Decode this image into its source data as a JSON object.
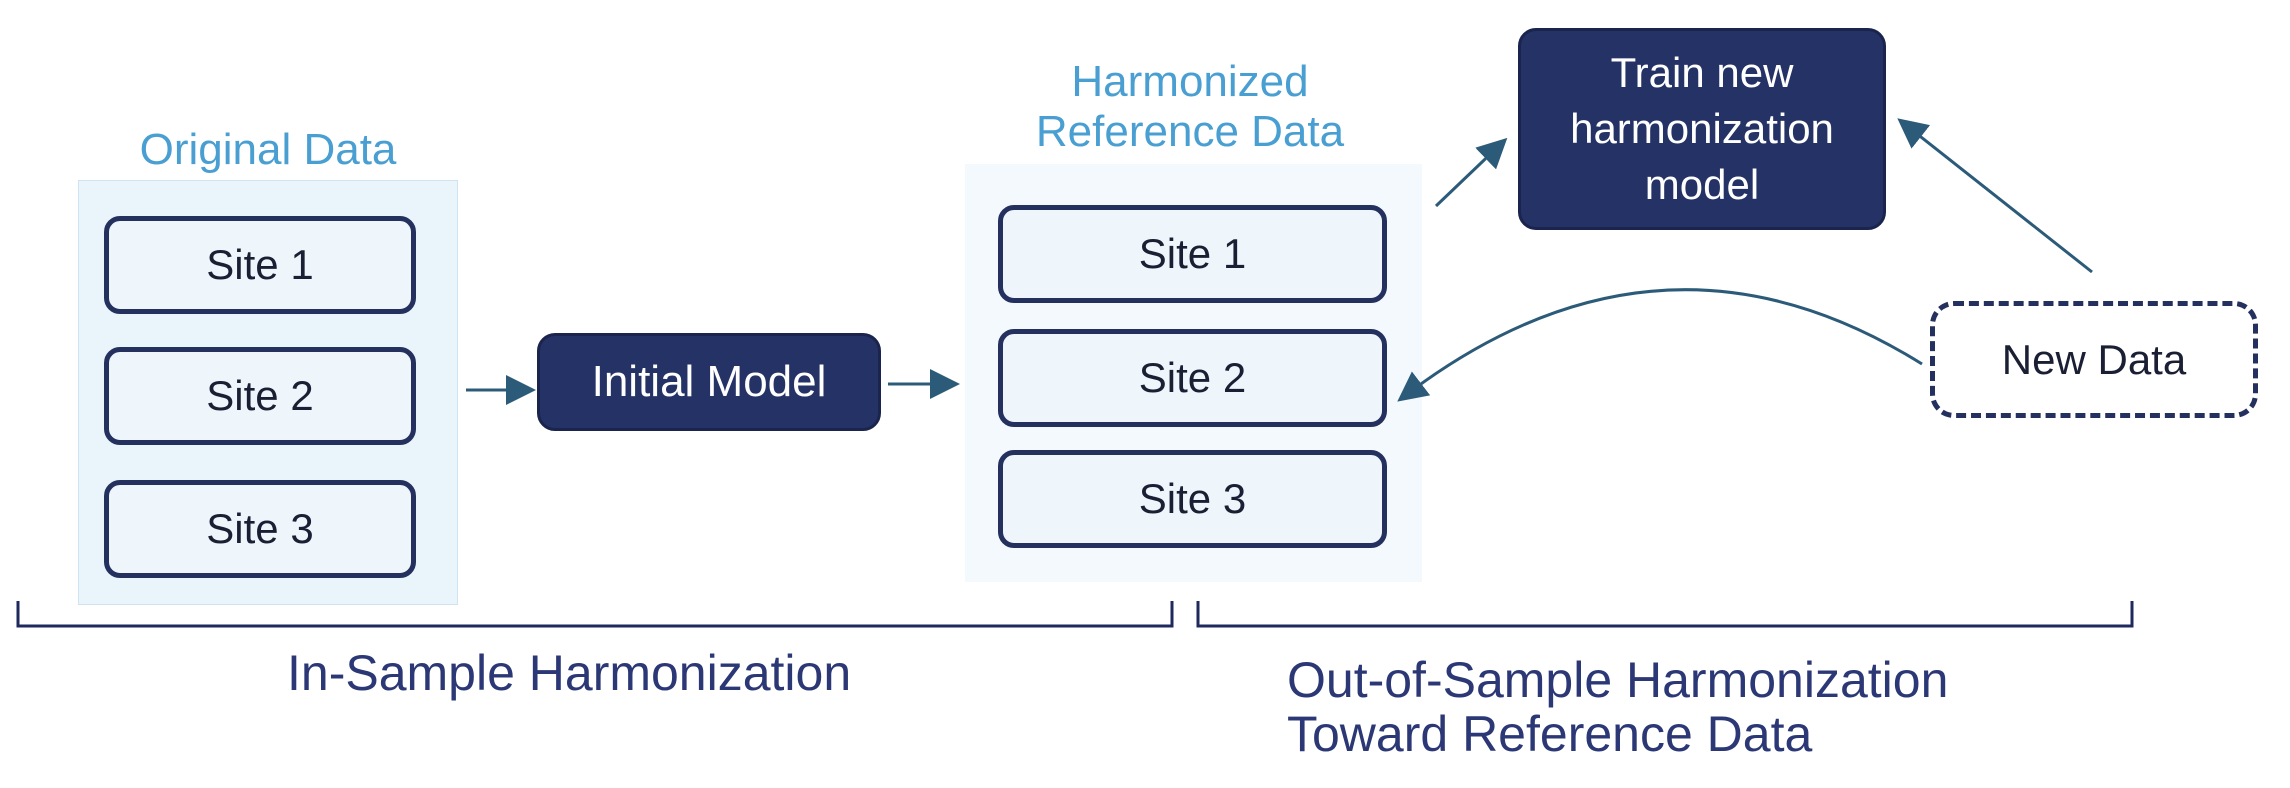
{
  "original_group": {
    "label": "Original Data",
    "sites": [
      "Site 1",
      "Site 2",
      "Site 3"
    ]
  },
  "initial_model": {
    "label": "Initial Model"
  },
  "harmonized_group": {
    "label_line1": "Harmonized",
    "label_line2": "Reference Data",
    "sites": [
      "Site 1",
      "Site 2",
      "Site 3"
    ]
  },
  "train_model": {
    "line1": "Train new",
    "line2": "harmonization",
    "line3": "model"
  },
  "new_data": {
    "label": "New Data"
  },
  "sections": {
    "in_sample": "In-Sample Harmonization",
    "out_of_sample_line1": "Out-of-Sample Harmonization",
    "out_of_sample_line2": "Toward Reference Data"
  },
  "colors": {
    "accent_label": "#4a9fd2",
    "dark_box": "#243266",
    "arrow": "#2c5b7a",
    "section_text": "#2b3875"
  }
}
